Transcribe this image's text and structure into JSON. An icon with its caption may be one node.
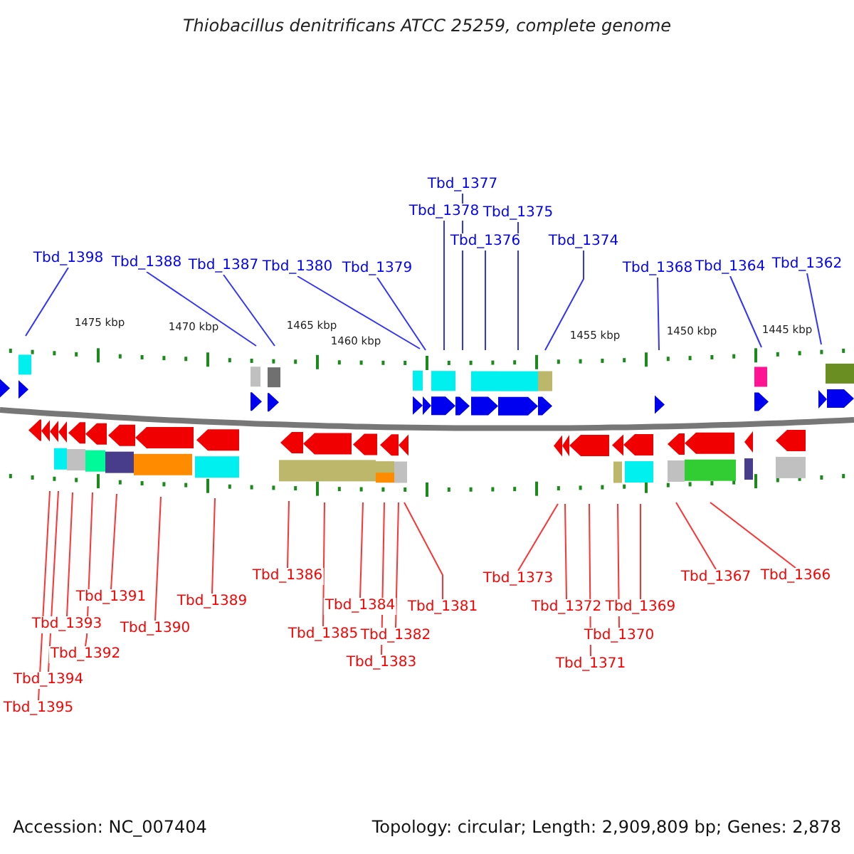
{
  "diagram": {
    "title": "Thiobacillus denitrificans ATCC 25259, complete genome",
    "nodes": [
      {
        "text": [
          "Tbd_1398"
        ]
      },
      {
        "text": [
          "Tbd_1388"
        ]
      },
      {
        "text": [
          "Tbd_1387"
        ]
      },
      {
        "text": [
          "Tbd_1380"
        ]
      },
      {
        "text": [
          "Tbd_1379"
        ]
      },
      {
        "text": [
          "Tbd_1378"
        ]
      },
      {
        "text": [
          "Tbd_1377"
        ]
      },
      {
        "text": [
          "Tbd_1376"
        ]
      },
      {
        "text": [
          "Tbd_1375"
        ]
      },
      {
        "text": [
          "Tbd_1374"
        ]
      },
      {
        "text": [
          "Tbd_1368"
        ]
      },
      {
        "text": [
          "Tbd_1364"
        ]
      },
      {
        "text": [
          "Tbd_1362"
        ]
      },
      {
        "text": [
          "Tbd_1395"
        ]
      },
      {
        "text": [
          "Tbd_1394"
        ]
      },
      {
        "text": [
          "Tbd_1393"
        ]
      },
      {
        "text": [
          "Tbd_1392"
        ]
      },
      {
        "text": [
          "Tbd_1391"
        ]
      },
      {
        "text": [
          "Tbd_1390"
        ]
      },
      {
        "text": [
          "Tbd_1389"
        ]
      },
      {
        "text": [
          "Tbd_1386"
        ]
      },
      {
        "text": [
          "Tbd_1385"
        ]
      },
      {
        "text": [
          "Tbd_1384"
        ]
      },
      {
        "text": [
          "Tbd_1383"
        ]
      },
      {
        "text": [
          "Tbd_1382"
        ]
      },
      {
        "text": [
          "Tbd_1381"
        ]
      },
      {
        "text": [
          "Tbd_1373"
        ]
      },
      {
        "text": [
          "Tbd_1372"
        ]
      },
      {
        "text": [
          "Tbd_1371"
        ]
      },
      {
        "text": [
          "Tbd_1370"
        ]
      },
      {
        "text": [
          "Tbd_1369"
        ]
      },
      {
        "text": [
          "Tbd_1367"
        ]
      },
      {
        "text": [
          "Tbd_1366"
        ]
      }
    ],
    "edges": [
      {
        "from": 0,
        "to": null,
        "arrow": "none",
        "color": "#3333ff"
      },
      {
        "from": 1,
        "to": null,
        "arrow": "none",
        "color": "#3333ff"
      },
      {
        "from": 2,
        "to": null,
        "arrow": "none",
        "color": "#3333ff"
      },
      {
        "from": 3,
        "to": null,
        "arrow": "none",
        "color": "#3333ff"
      },
      {
        "from": 4,
        "to": null,
        "arrow": "none",
        "color": "#3333ff"
      },
      {
        "from": 5,
        "to": null,
        "arrow": "none",
        "color": "#3333ff"
      },
      {
        "from": 6,
        "to": null,
        "arrow": "none",
        "color": "#3333ff"
      },
      {
        "from": 7,
        "to": null,
        "arrow": "none",
        "color": "#3333ff"
      },
      {
        "from": 8,
        "to": null,
        "arrow": "none",
        "color": "#3333ff"
      },
      {
        "from": 9,
        "to": null,
        "arrow": "none",
        "color": "#3333ff"
      },
      {
        "from": 10,
        "to": null,
        "arrow": "none",
        "color": "#3333ff"
      },
      {
        "from": 11,
        "to": null,
        "arrow": "none",
        "color": "#3333ff"
      },
      {
        "from": 12,
        "to": null,
        "arrow": "none",
        "color": "#3333ff"
      },
      {
        "from": 13,
        "to": null,
        "arrow": "none"
      },
      {
        "from": 14,
        "to": null,
        "arrow": "none"
      },
      {
        "from": 15,
        "to": null,
        "arrow": "none"
      },
      {
        "from": 16,
        "to": null,
        "arrow": "none"
      },
      {
        "from": 17,
        "to": null,
        "arrow": "none"
      },
      {
        "from": 18,
        "to": null,
        "arrow": "none"
      },
      {
        "from": 19,
        "to": null,
        "arrow": "none"
      },
      {
        "from": 20,
        "to": null,
        "arrow": "none"
      },
      {
        "from": 21,
        "to": null,
        "arrow": "none"
      },
      {
        "from": 22,
        "to": null,
        "arrow": "none"
      },
      {
        "from": 23,
        "to": null,
        "arrow": "none"
      },
      {
        "from": 24,
        "to": null,
        "arrow": "none"
      },
      {
        "from": 25,
        "to": null,
        "arrow": "none"
      },
      {
        "from": 26,
        "to": null,
        "arrow": "none"
      },
      {
        "from": 27,
        "to": null,
        "arrow": "none"
      },
      {
        "from": 28,
        "to": null,
        "arrow": "none"
      },
      {
        "from": 29,
        "to": null,
        "arrow": "none"
      },
      {
        "from": 30,
        "to": null,
        "arrow": "none"
      },
      {
        "from": 31,
        "to": null,
        "arrow": "none"
      },
      {
        "from": 32,
        "to": null,
        "arrow": "none"
      }
    ],
    "labels": [
      "1475 kbp",
      "1470 kbp",
      "1465 kbp",
      "1460 kbp",
      "1455 kbp",
      "1450 kbp",
      "1445 kbp",
      "Accession: NC_007404",
      "Topology: circular; Length: 2,909,809 bp; Genes: 2,878"
    ]
  }
}
